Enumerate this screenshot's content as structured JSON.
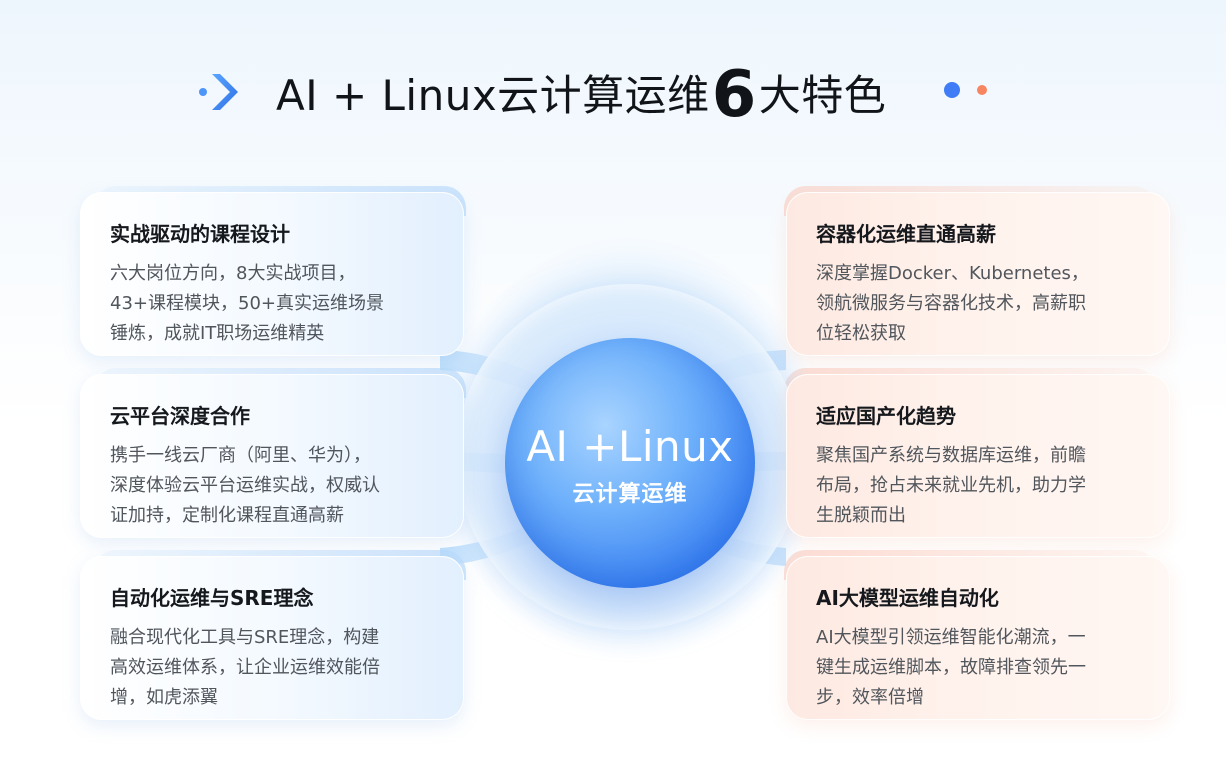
{
  "title": {
    "prefix": "AI + Linux云计算运维",
    "number": "6",
    "suffix": "大特色"
  },
  "center": {
    "title": "AI +Linux",
    "subtitle": "云计算运维"
  },
  "features": [
    {
      "title": "实战驱动的课程设计",
      "lines": [
        "六大岗位方向，8大实战项目，",
        "43+课程模块，50+真实运维场景",
        "锤炼，成就IT职场运维精英"
      ]
    },
    {
      "title": "云平台深度合作",
      "lines": [
        "携手一线云厂商（阿里、华为），",
        "深度体验云平台运维实战，权威认",
        "证加持，定制化课程直通高薪"
      ]
    },
    {
      "title": "自动化运维与SRE理念",
      "lines": [
        "融合现代化工具与SRE理念，构建",
        "高效运维体系，让企业运维效能倍",
        "增，如虎添翼"
      ]
    },
    {
      "title": "容器化运维直通高薪",
      "lines": [
        "深度掌握Docker、Kubernetes，",
        "领航微服务与容器化技术，高薪职",
        "位轻松获取"
      ]
    },
    {
      "title": "适应国产化趋势",
      "lines": [
        "聚焦国产系统与数据库运维，前瞻",
        "布局，抢占未来就业先机，助力学",
        "生脱颖而出"
      ]
    },
    {
      "title": "AI大模型运维自动化",
      "lines": [
        "AI大模型引领运维智能化潮流，一",
        "键生成运维脚本，故障排查领先一",
        "步，效率倍增"
      ]
    }
  ],
  "colors": {
    "accent_blue": "#3f7cf5",
    "accent_orange": "#f7855f",
    "title_text": "#111418",
    "body_text": "#51565c"
  },
  "icons": {
    "title_mark": "double-chevron-right-icon",
    "decor": "dots-decoration"
  }
}
